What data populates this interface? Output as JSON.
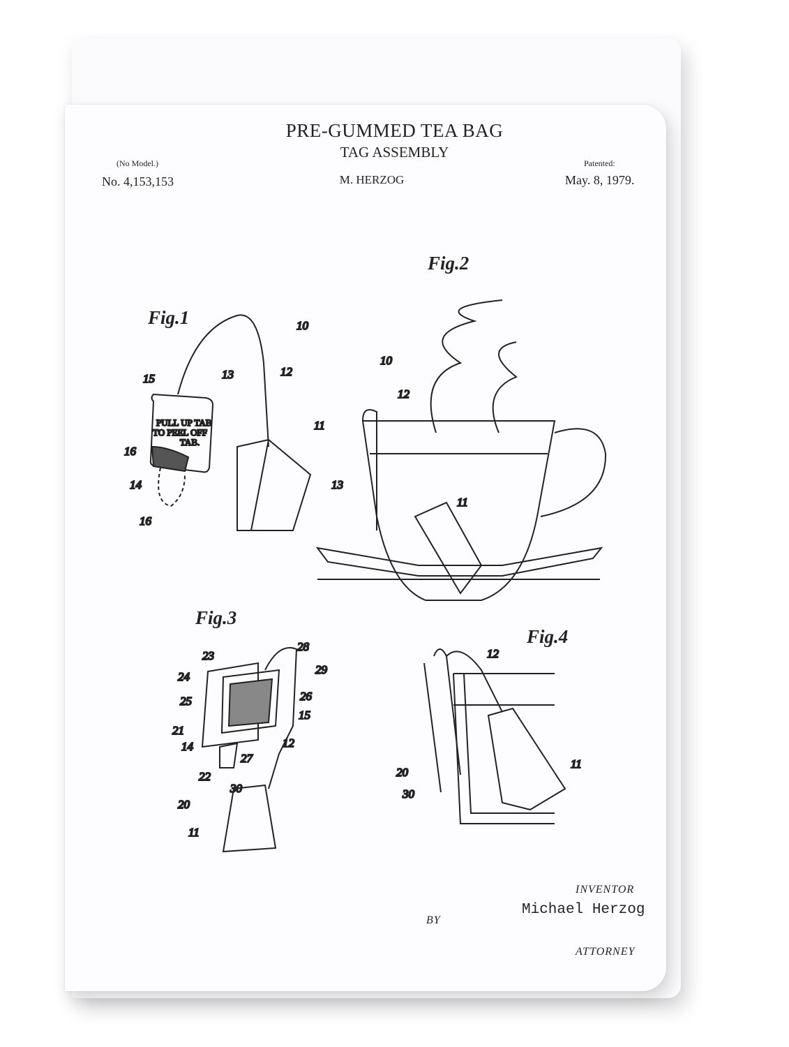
{
  "patent": {
    "title": "PRE-GUMMED TEA BAG",
    "subtitle": "TAG ASSEMBLY",
    "model": "(No Model.)",
    "number": "No. 4,153,153",
    "inventor_header": "M. HERZOG",
    "patented_label": "Patented:",
    "date": "May. 8, 1979."
  },
  "figures": {
    "fig1": "Fig.1",
    "fig2": "Fig.2",
    "fig3": "Fig.3",
    "fig4": "Fig.4",
    "tag_text_1": "PULL UP TAB",
    "tag_text_2": "TO PEEL OFF",
    "tag_text_3": "TAB."
  },
  "refs": {
    "f1": [
      "10",
      "15",
      "13",
      "12",
      "11",
      "16",
      "14",
      "16"
    ],
    "f2": [
      "10",
      "12",
      "13",
      "11"
    ],
    "f3": [
      "23",
      "28",
      "24",
      "29",
      "25",
      "26",
      "15",
      "21",
      "14",
      "12",
      "22",
      "27",
      "20",
      "30",
      "11"
    ],
    "f4": [
      "12",
      "20",
      "30",
      "11"
    ]
  },
  "signature": {
    "inventor_label": "INVENTOR",
    "inventor_name": "Michael Herzog",
    "by_label": "BY",
    "attorney_label": "ATTORNEY"
  }
}
